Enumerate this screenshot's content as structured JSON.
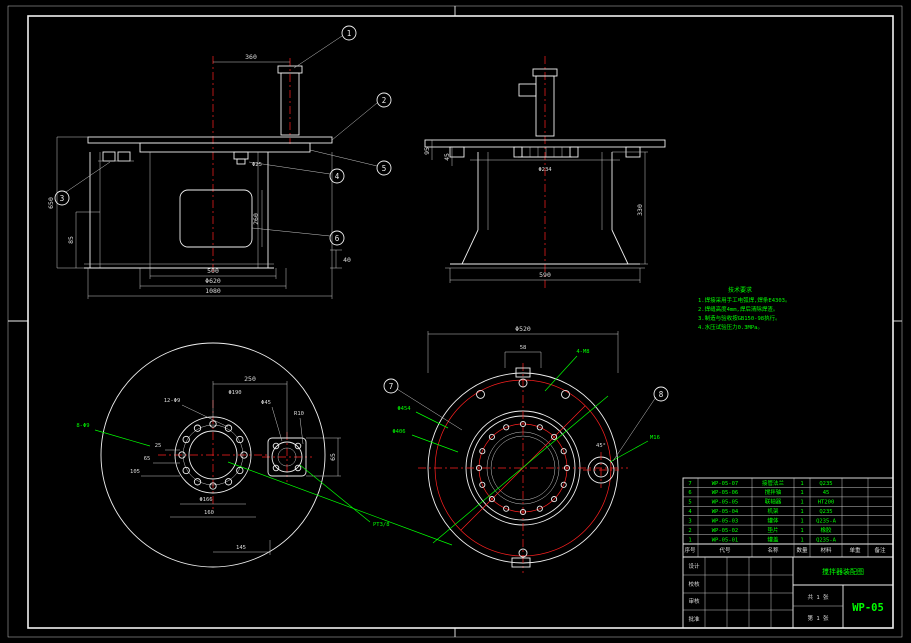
{
  "sheet": {
    "number": "WP-05"
  },
  "callouts": {
    "1": "1",
    "2": "2",
    "3": "3",
    "4": "4",
    "5": "5",
    "6": "6",
    "7": "7",
    "8": "8"
  },
  "front_view": {
    "dim_top": "360",
    "dim_left_outer": "650",
    "dim_left_inner": "85",
    "dim_right_inner": "260",
    "dim_right_small": "40",
    "dim_bottom_1": "500",
    "dim_bottom_2": "Φ620",
    "dim_bottom_3": "1080",
    "label_nipple": "Φ25"
  },
  "side_view": {
    "dim_left_1": "95",
    "dim_left_2": "45",
    "dim_flange": "Φ234",
    "dim_right": "330",
    "dim_bottom": "590"
  },
  "plan_left": {
    "dim_span": "250",
    "dim_bolt_circle": "Φ190",
    "label_holes": "12-Φ9",
    "label_holes_left": "8-Φ9",
    "dim_small_flange": "Φ45",
    "dim_radius": "R10",
    "dim_l1": "25",
    "dim_l2": "65",
    "dim_l3": "105",
    "dim_b1": "Φ166",
    "dim_b2": "160",
    "dim_b3": "145",
    "dim_right": "65",
    "label_thread": "PT3/8"
  },
  "plan_right": {
    "dim_top": "Φ520",
    "dim_top_small": "58",
    "label_top": "4-M8",
    "label_dia1": "Φ454",
    "label_dia2": "Φ406",
    "label_thread": "M16",
    "label_angle": "45°"
  },
  "notes": {
    "title": "技术要求",
    "line1": "1.焊接采用手工电弧焊,焊条E4303。",
    "line2": "2.焊缝高度4mm,焊后清除焊渣。",
    "line3": "3.制造与验收按GB150-98执行。",
    "line4": "4.水压试验压力0.3MPa。"
  },
  "parts_list": {
    "headers": {
      "no": "序号",
      "code": "代号",
      "name": "名称",
      "qty": "数量",
      "mat": "材料",
      "weight": "单重",
      "note": "备注"
    },
    "rows": [
      {
        "no": "7",
        "code": "WP-05-07",
        "name": "接管法兰",
        "qty": "1",
        "mat": "Q235"
      },
      {
        "no": "6",
        "code": "WP-05-06",
        "name": "搅拌轴",
        "qty": "1",
        "mat": "45"
      },
      {
        "no": "5",
        "code": "WP-05-05",
        "name": "联轴器",
        "qty": "1",
        "mat": "HT200"
      },
      {
        "no": "4",
        "code": "WP-05-04",
        "name": "机架",
        "qty": "1",
        "mat": "Q235"
      },
      {
        "no": "3",
        "code": "WP-05-03",
        "name": "罐体",
        "qty": "1",
        "mat": "Q235-A"
      },
      {
        "no": "2",
        "code": "WP-05-02",
        "name": "垫片",
        "qty": "1",
        "mat": "橡胶"
      },
      {
        "no": "1",
        "code": "WP-05-01",
        "name": "罐盖",
        "qty": "1",
        "mat": "Q235-A"
      }
    ]
  },
  "title_block": {
    "design": "设计",
    "check": "校核",
    "audit": "审核",
    "approve": "批准",
    "title_text": "搅拌器装配图",
    "sheet_total": "共 1 张",
    "sheet_no": "第 1 张",
    "dwg_no": "WP-05"
  }
}
